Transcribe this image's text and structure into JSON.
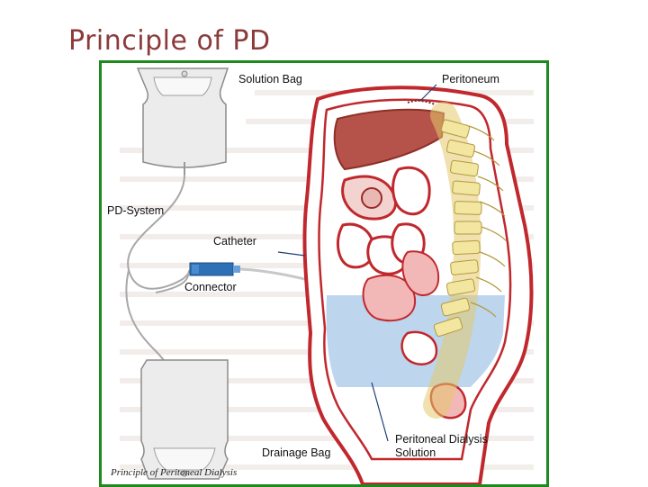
{
  "slide": {
    "title": "Principle of PD"
  },
  "figure": {
    "labels": {
      "solution_bag": "Solution Bag",
      "peritoneum": "Peritoneum",
      "pd_system": "PD-System",
      "catheter": "Catheter",
      "connector": "Connector",
      "drainage_bag": "Drainage Bag",
      "pd_solution_line1": "Peritoneal Dialysis",
      "pd_solution_line2": "Solution"
    },
    "caption": "Principle of Peritoneal Dialysis"
  },
  "colors": {
    "title": "#8B3A3A",
    "frame_border": "#1E8A1E",
    "organ_outline": "#C0282D",
    "liver": "#B5534A",
    "dialysate": "#B9D3EC",
    "spine": "#F2E6A0",
    "connector": "#2E6FB5"
  }
}
